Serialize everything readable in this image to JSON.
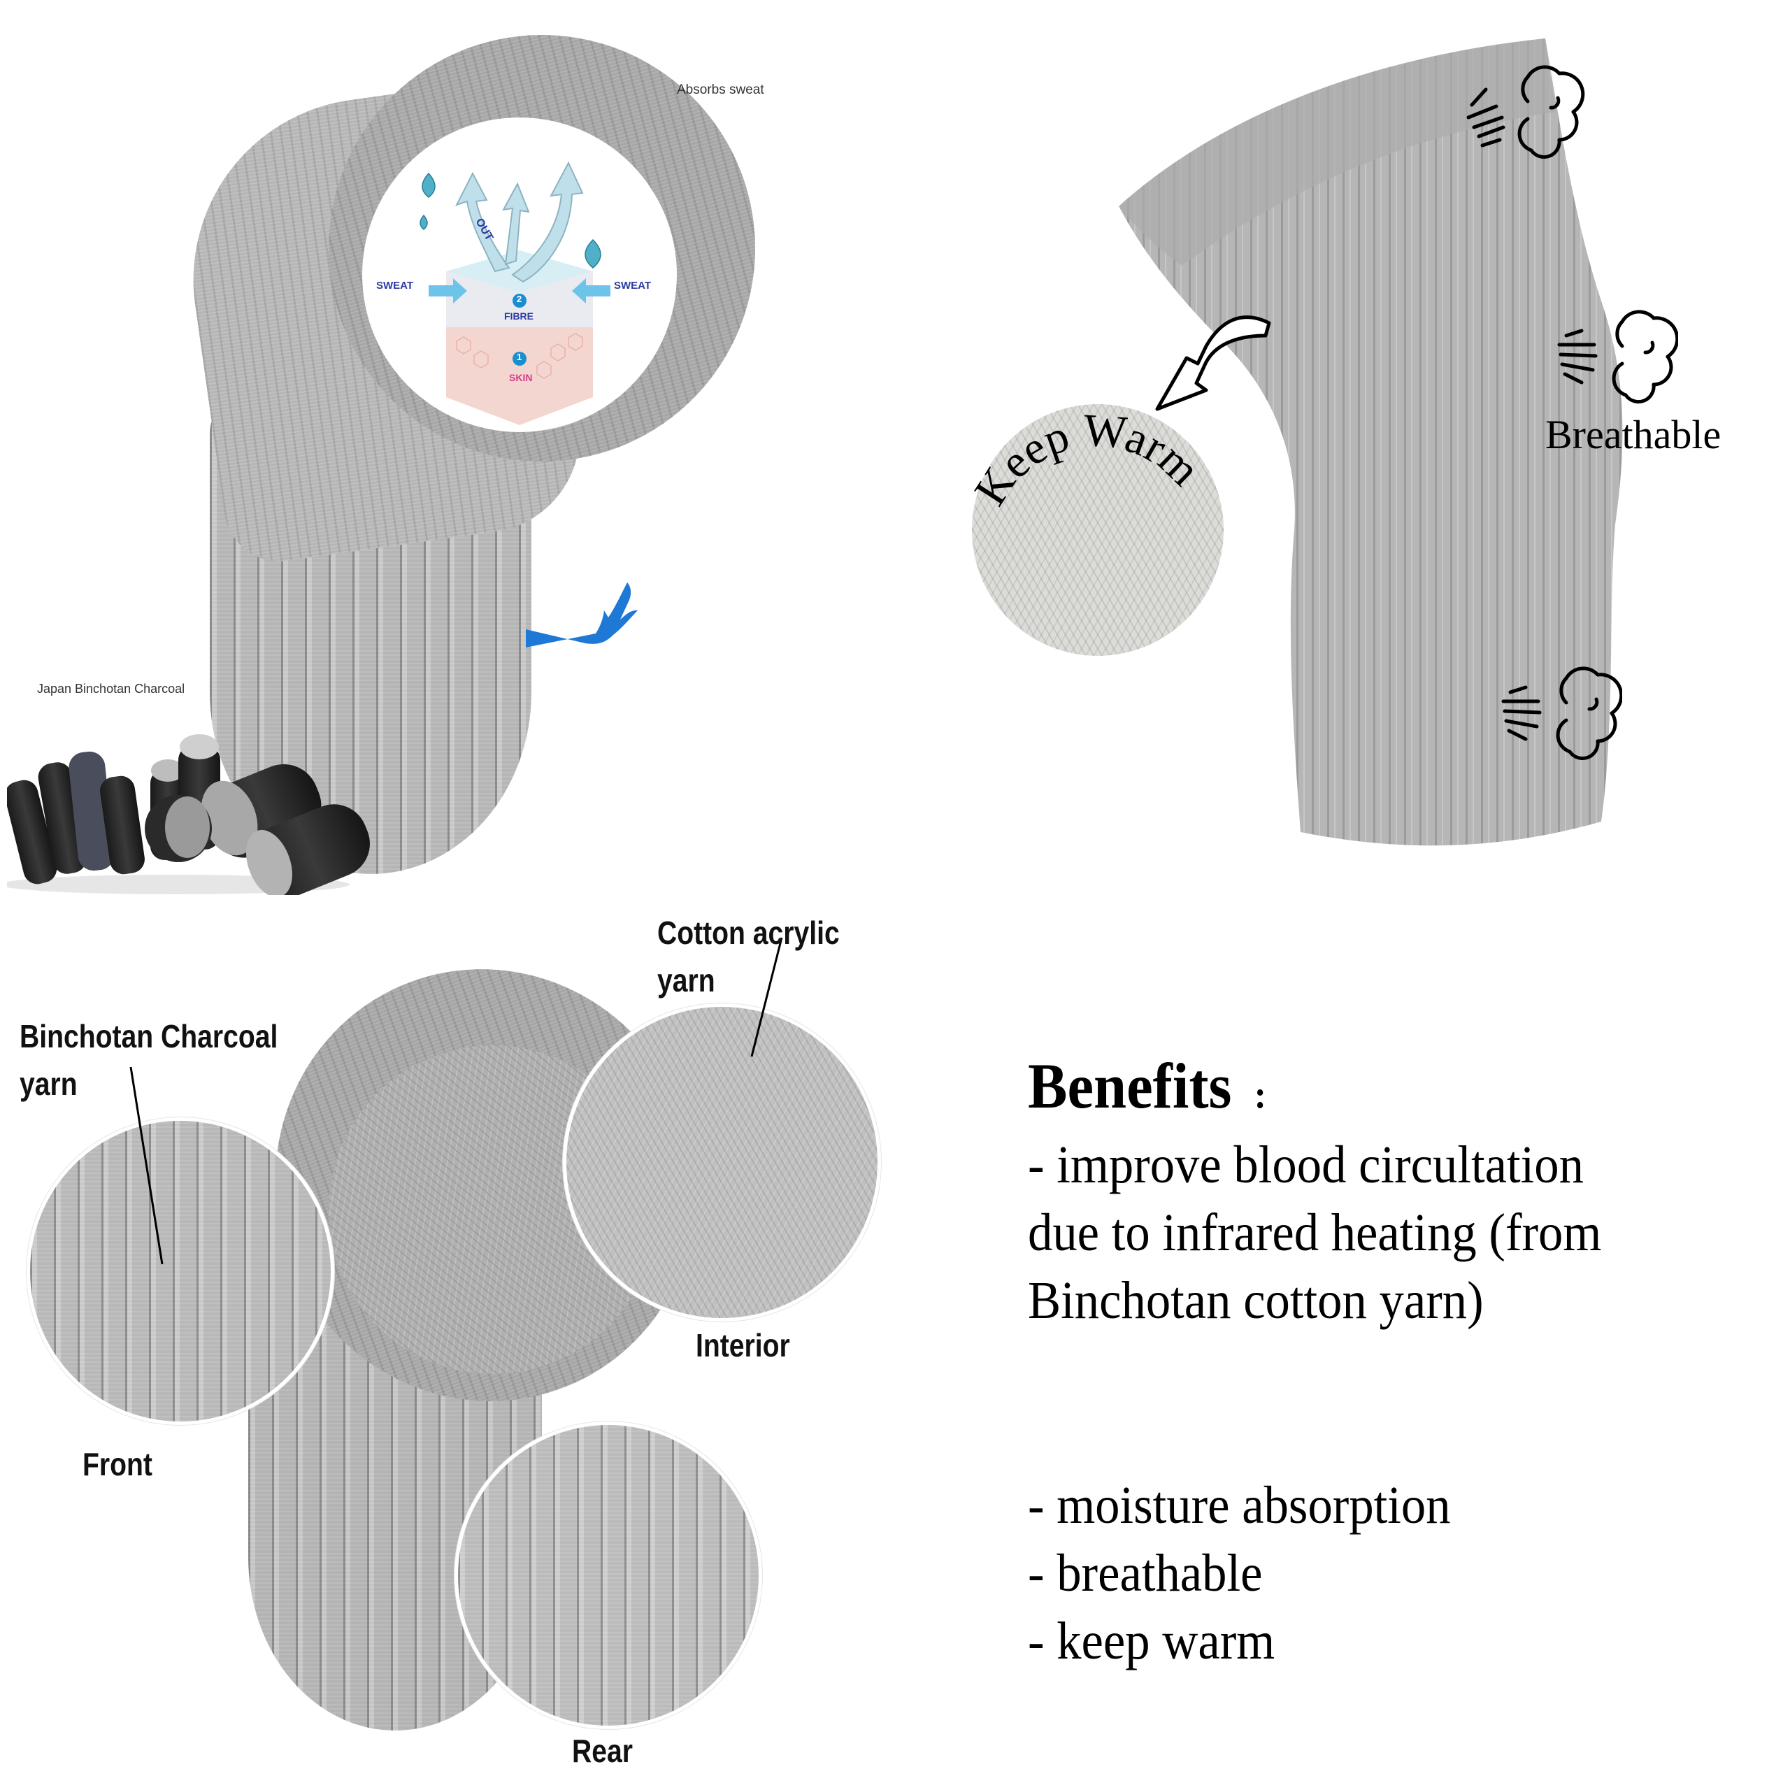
{
  "panel_top_left": {
    "caption": "Absorbs sweat",
    "diagram": {
      "out_label": "OUT",
      "sweat_left": "SWEAT",
      "sweat_right": "SWEAT",
      "layer_2_number": "2",
      "layer_2_label": "FIBRE",
      "layer_1_number": "1",
      "layer_1_label": "SKIN"
    },
    "charcoal_caption": "Japan Binchotan Charcoal",
    "hand_color": "#1e78d6"
  },
  "panel_top_right": {
    "zoom_label": "Keep Warm",
    "side_label": "Breathable",
    "icons": [
      "steam-puff-icon",
      "steam-puff-icon",
      "steam-puff-icon",
      "curved-arrow-icon"
    ]
  },
  "panel_bottom_left": {
    "label_cotton_line1": "Cotton acrylic",
    "label_cotton_line2": "yarn",
    "label_charcoal_line1": "Binchotan Charcoal",
    "label_charcoal_line2": "yarn",
    "label_interior": "Interior",
    "label_front": "Front",
    "label_rear": "Rear"
  },
  "benefits": {
    "title": "Benefits",
    "colon": ":",
    "primary": [
      "- improve blood circultation",
      "due to infrared heating (from",
      "Binchotan cotton yarn)"
    ],
    "list": [
      "- moisture absorption",
      "- breathable",
      "- keep warm"
    ]
  },
  "colors": {
    "sock_gray": "#b9b9b9",
    "diagram_blue": "#2a3aa0",
    "skin_pink": "#f4d6d0",
    "skin_text": "#d63a8a",
    "badge_blue": "#1a8fd0"
  }
}
